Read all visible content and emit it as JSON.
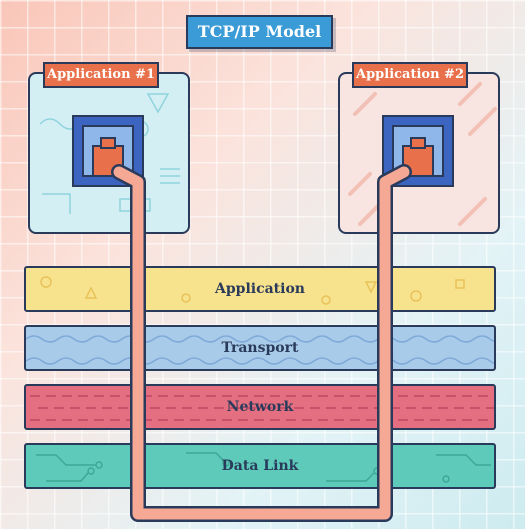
{
  "title": "TCP/IP Model",
  "applications": [
    {
      "label": "Application #1"
    },
    {
      "label": "Application #2"
    }
  ],
  "layers": [
    {
      "label": "Application",
      "color": "#f7e28d"
    },
    {
      "label": "Transport",
      "color": "#a9cbea"
    },
    {
      "label": "Network",
      "color": "#e46f80"
    },
    {
      "label": "Data Link",
      "color": "#5ecbba"
    }
  ],
  "colors": {
    "title_bg": "#3b9bd6",
    "label_bg": "#e8704a",
    "cable": "#f5a995",
    "outline": "#2a3a5a"
  }
}
